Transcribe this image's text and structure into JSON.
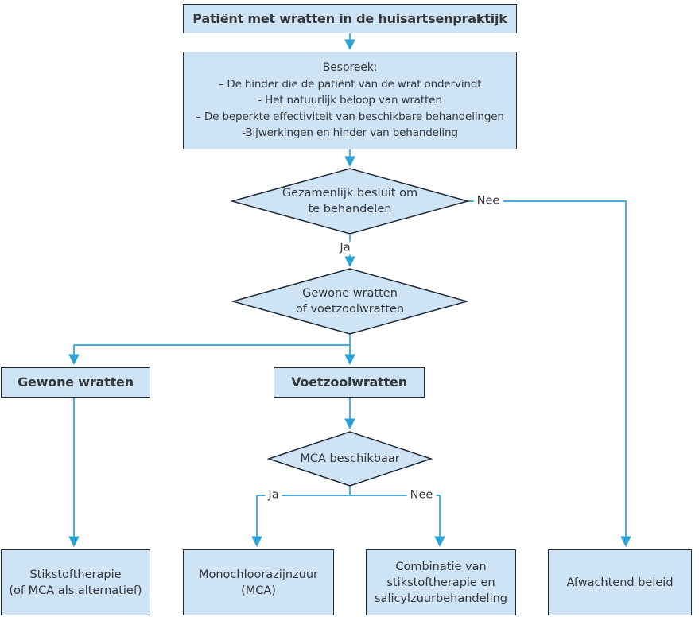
{
  "palette": {
    "box_fill": "#cee4f5",
    "box_border": "#212b36",
    "arrow_blue": "#29a2d8",
    "text": "#33373c"
  },
  "nodes": {
    "start": {
      "label": "Patiënt met wratten in de huisartsenpraktijk"
    },
    "bespreek": {
      "title": "Bespreek:",
      "items": [
        "– De hinder die de patiënt van de wrat ondervindt",
        "- Het natuurlijk beloop van wratten",
        "– De beperkte effectiviteit van beschikbare behandelingen",
        "-Bijwerkingen en hinder van behandeling"
      ]
    },
    "decision_besluit": {
      "line1": "Gezamenlijk besluit om",
      "line2": "te behandelen"
    },
    "decision_soort": {
      "line1": "Gewone wratten",
      "line2": "of voetzoolwratten"
    },
    "gewone_wratten": {
      "label": "Gewone wratten"
    },
    "voetzoolwratten": {
      "label": "Voetzoolwratten"
    },
    "decision_mca": {
      "label": "MCA beschikbaar"
    },
    "stikstoftherapie": {
      "line1": "Stikstoftherapie",
      "line2": "(of MCA als alternatief)"
    },
    "monochloorazijnzuur": {
      "line1": "Monochloorazijnzuur",
      "line2": "(MCA)"
    },
    "combinatie": {
      "line1": "Combinatie van",
      "line2": "stikstoftherapie en",
      "line3": "salicylzuurbehandeling"
    },
    "afwachtend_beleid": {
      "label": "Afwachtend beleid"
    }
  },
  "edge_labels": {
    "besluit_ja": "Ja",
    "besluit_nee": "Nee",
    "mca_ja": "Ja",
    "mca_nee": "Nee"
  }
}
